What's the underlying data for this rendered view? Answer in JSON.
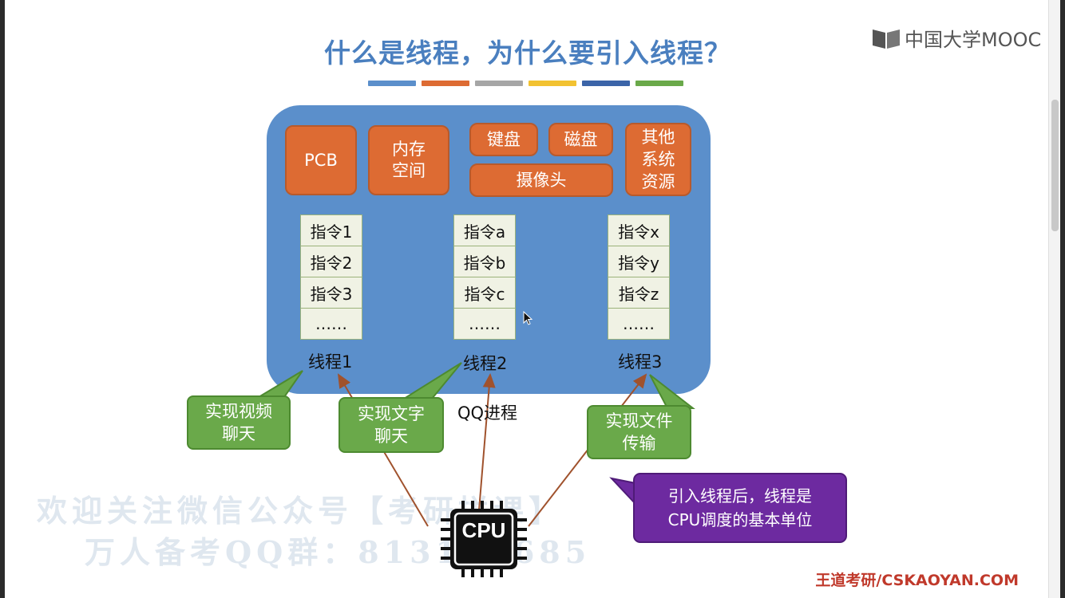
{
  "title": "什么是线程，为什么要引入线程？",
  "logo_text": "中国大学MOOC",
  "title_bar_colors": [
    "#5b8fcb",
    "#dd6b33",
    "#a6a6a6",
    "#f2c231",
    "#3b64a8",
    "#6aa94a"
  ],
  "resources": {
    "pcb": "PCB",
    "memory": [
      "内存",
      "空间"
    ],
    "keyboard": "键盘",
    "disk": "磁盘",
    "camera": "摄像头",
    "other": [
      "其他",
      "系统",
      "资源"
    ]
  },
  "threads": [
    {
      "label": "线程1",
      "instructions": [
        "指令1",
        "指令2",
        "指令3",
        "……"
      ]
    },
    {
      "label": "线程2",
      "instructions": [
        "指令a",
        "指令b",
        "指令c",
        "……"
      ]
    },
    {
      "label": "线程3",
      "instructions": [
        "指令x",
        "指令y",
        "指令z",
        "……"
      ]
    }
  ],
  "process_label": "QQ进程",
  "callouts": [
    [
      "实现视频",
      "聊天"
    ],
    [
      "实现文字",
      "聊天"
    ],
    [
      "实现文件",
      "传输"
    ]
  ],
  "note": [
    "引入线程后，线程是",
    "CPU调度的基本单位"
  ],
  "cpu_label": "CPU",
  "watermark": {
    "line1": "欢迎关注微信公众号【考研拼课】",
    "line2": "万人备考QQ群：813170685"
  },
  "footer": "王道考研/CSKAOYAN.COM"
}
